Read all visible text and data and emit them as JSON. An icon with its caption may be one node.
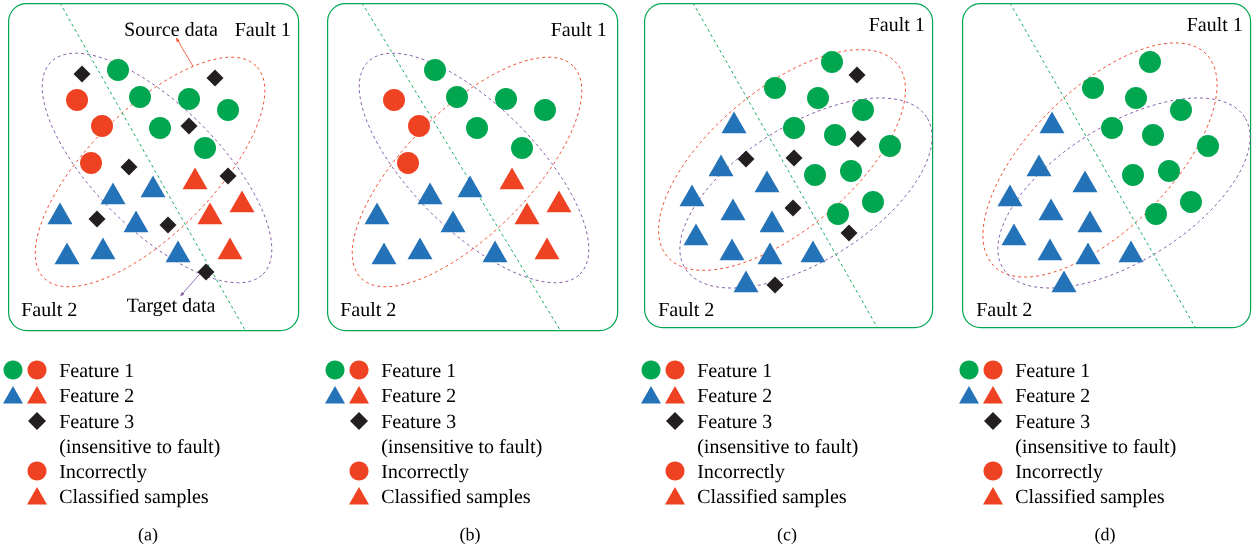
{
  "diagram": {
    "nodes": [
      {
        "text": [
          "Fault 1",
          "Fault 2"
        ]
      },
      {
        "text": [],
        "shape": "ellipse",
        "in": 0
      },
      {
        "text": [],
        "shape": "ellipse",
        "in": 0
      },
      {
        "text": [
          "Source data"
        ],
        "in": 0
      },
      {
        "text": [
          "Target data"
        ],
        "in": 0
      },
      {
        "text": [
          "Fault 1",
          "Fault 2"
        ]
      },
      {
        "text": [],
        "shape": "ellipse",
        "in": 5
      },
      {
        "text": [],
        "shape": "ellipse",
        "in": 5
      },
      {
        "text": [
          "Fault 1",
          "Fault 2"
        ]
      },
      {
        "text": [],
        "shape": "ellipse",
        "in": 8
      },
      {
        "text": [],
        "shape": "ellipse",
        "in": 8
      },
      {
        "text": [
          "Fault 1",
          "Fault 2"
        ]
      },
      {
        "text": [],
        "shape": "ellipse",
        "in": 11
      },
      {
        "text": [],
        "shape": "ellipse",
        "in": 11
      }
    ],
    "edges": [
      {
        "from": 1,
        "to": 3,
        "arrow": "to",
        "color": "#ee4223"
      },
      {
        "from": 2,
        "to": 4,
        "arrow": "to",
        "color": "#7b4fa0"
      }
    ],
    "labels": [
      "(a)",
      "(b)",
      "(c)",
      "(d)"
    ],
    "legend": [
      {
        "text": "Feature 1"
      },
      {
        "text": "Feature 2"
      },
      {
        "text": "Feature 3 (insensitive to fault)"
      },
      {
        "text": "Incorrectly"
      },
      {
        "text": "Classified samples"
      },
      {
        "text": "Feature 1"
      },
      {
        "text": "Feature 2"
      },
      {
        "text": "Feature 3 (insensitive to fault)"
      },
      {
        "text": "Incorrectly"
      },
      {
        "text": "Classified samples"
      },
      {
        "text": "Feature 1"
      },
      {
        "text": "Feature 2"
      },
      {
        "text": "Feature 3 (insensitive to fault)"
      },
      {
        "text": "Incorrectly"
      },
      {
        "text": "Classified samples"
      },
      {
        "text": "Feature 1"
      },
      {
        "text": "Feature 2"
      },
      {
        "text": "Feature 3 (insensitive to fault)"
      },
      {
        "text": "Incorrectly"
      },
      {
        "text": "Classified samples"
      }
    ]
  }
}
